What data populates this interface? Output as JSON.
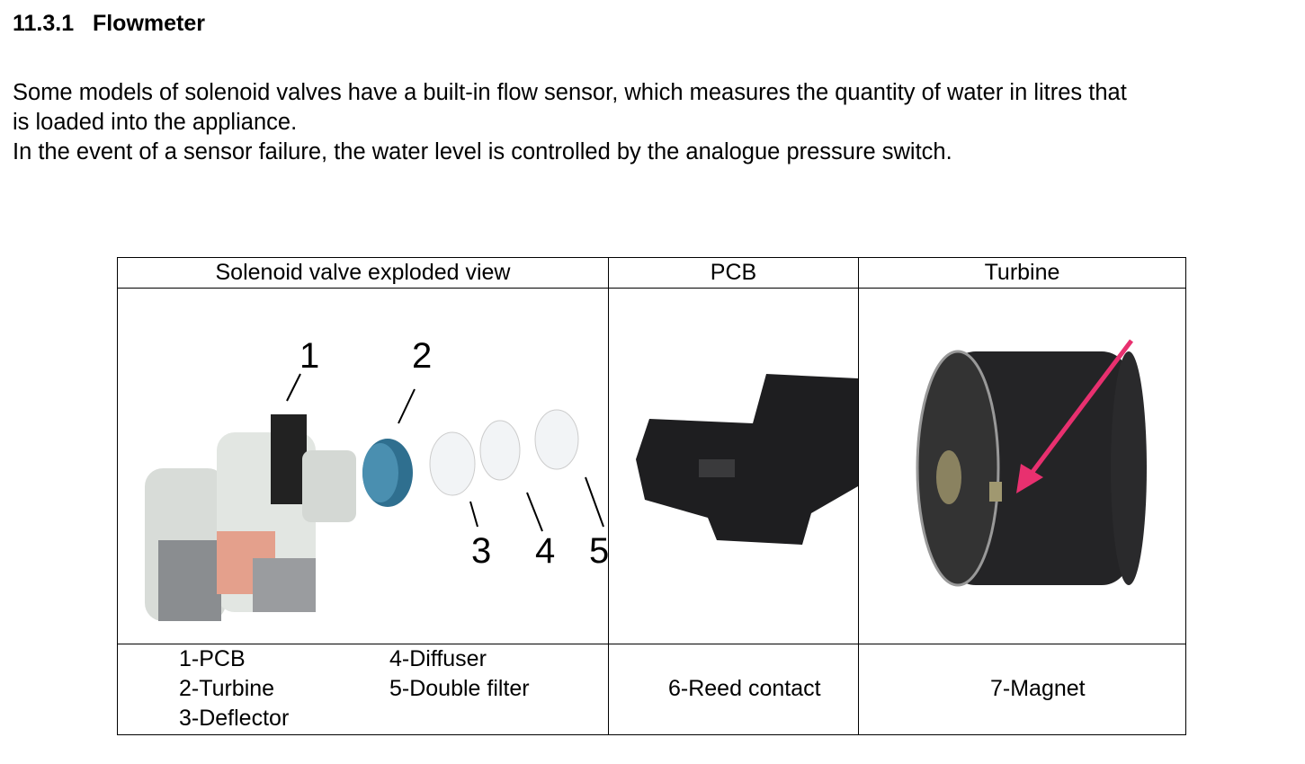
{
  "heading": "11.3.1   Flowmeter",
  "paragraph": [
    "Some models of solenoid valves have a built-in flow sensor, which measures the quantity of water in litres that",
    "is loaded into the appliance.",
    "In the event of a sensor failure, the water level is controlled by the analogue pressure switch."
  ],
  "table": {
    "headers": [
      "Solenoid valve exploded view",
      "PCB",
      "Turbine"
    ],
    "callouts": [
      "1",
      "2",
      "3",
      "4",
      "5"
    ],
    "legend_col1": [
      "1-PCB",
      "2-Turbine",
      "3-Deflector"
    ],
    "legend_col2": [
      "4-Diffuser",
      "5-Double filter"
    ],
    "pcb_legend": "6-Reed contact",
    "turbine_legend": "7-Magnet"
  },
  "colors": {
    "arrow_pink": "#e8306f",
    "turbine_blue": "#2f6f8f"
  }
}
